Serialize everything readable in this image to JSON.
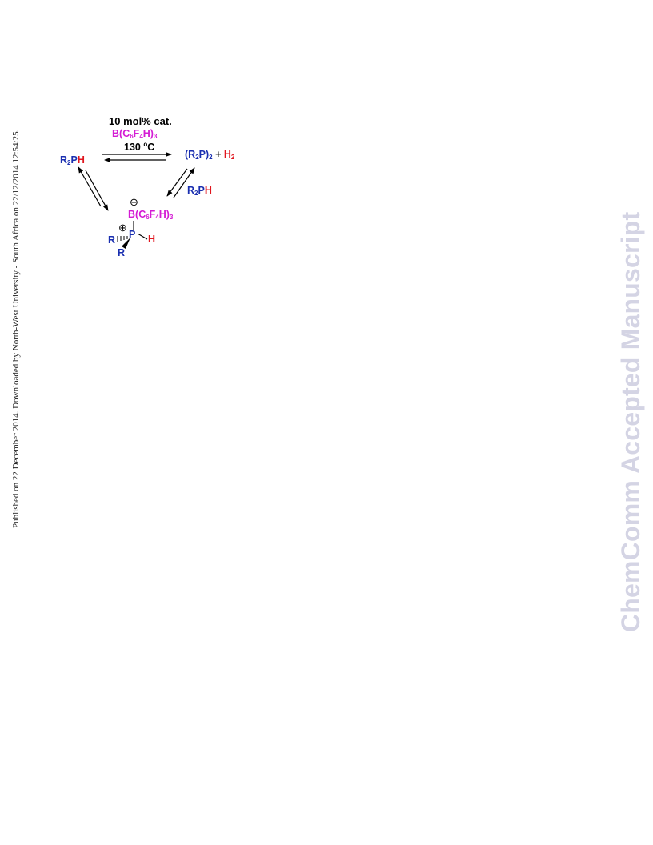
{
  "side_note": "Published on 22 December 2014. Downloaded by North-West University - South Africa on 22/12/2014 12:54:25.",
  "watermark": "ChemComm Accepted Manuscript",
  "scheme": {
    "conditions_catalyst_line": "10 mol% cat.",
    "borane": {
      "main": "B(C",
      "sub1": "6",
      "mid": "F",
      "sub2": "4",
      "end": "H)",
      "sub3": "3"
    },
    "temperature": {
      "value": "130 ",
      "deg": "o",
      "unit": "C"
    },
    "reactant": {
      "r": "R",
      "sub": "2",
      "p": "P",
      "h": "H"
    },
    "product": {
      "open": "(R",
      "sub1": "2",
      "mid": "P)",
      "sub2": "2",
      "plus": " + ",
      "h": "H",
      "hsub": "2"
    },
    "side_reagent": {
      "r": "R",
      "sub": "2",
      "p": "P",
      "h": "H"
    },
    "adduct": {
      "minus": "⊖",
      "plus": "⊕",
      "borane": {
        "main": "B(C",
        "sub1": "6",
        "mid": "F",
        "sub2": "4",
        "end": "H)",
        "sub3": "3"
      },
      "p": "P",
      "h": "H",
      "r1": "R",
      "r2": "R"
    },
    "colors": {
      "phosphorus": "#1a2fb0",
      "hydrogen": "#e0161e",
      "boron": "#d41bd4"
    }
  }
}
